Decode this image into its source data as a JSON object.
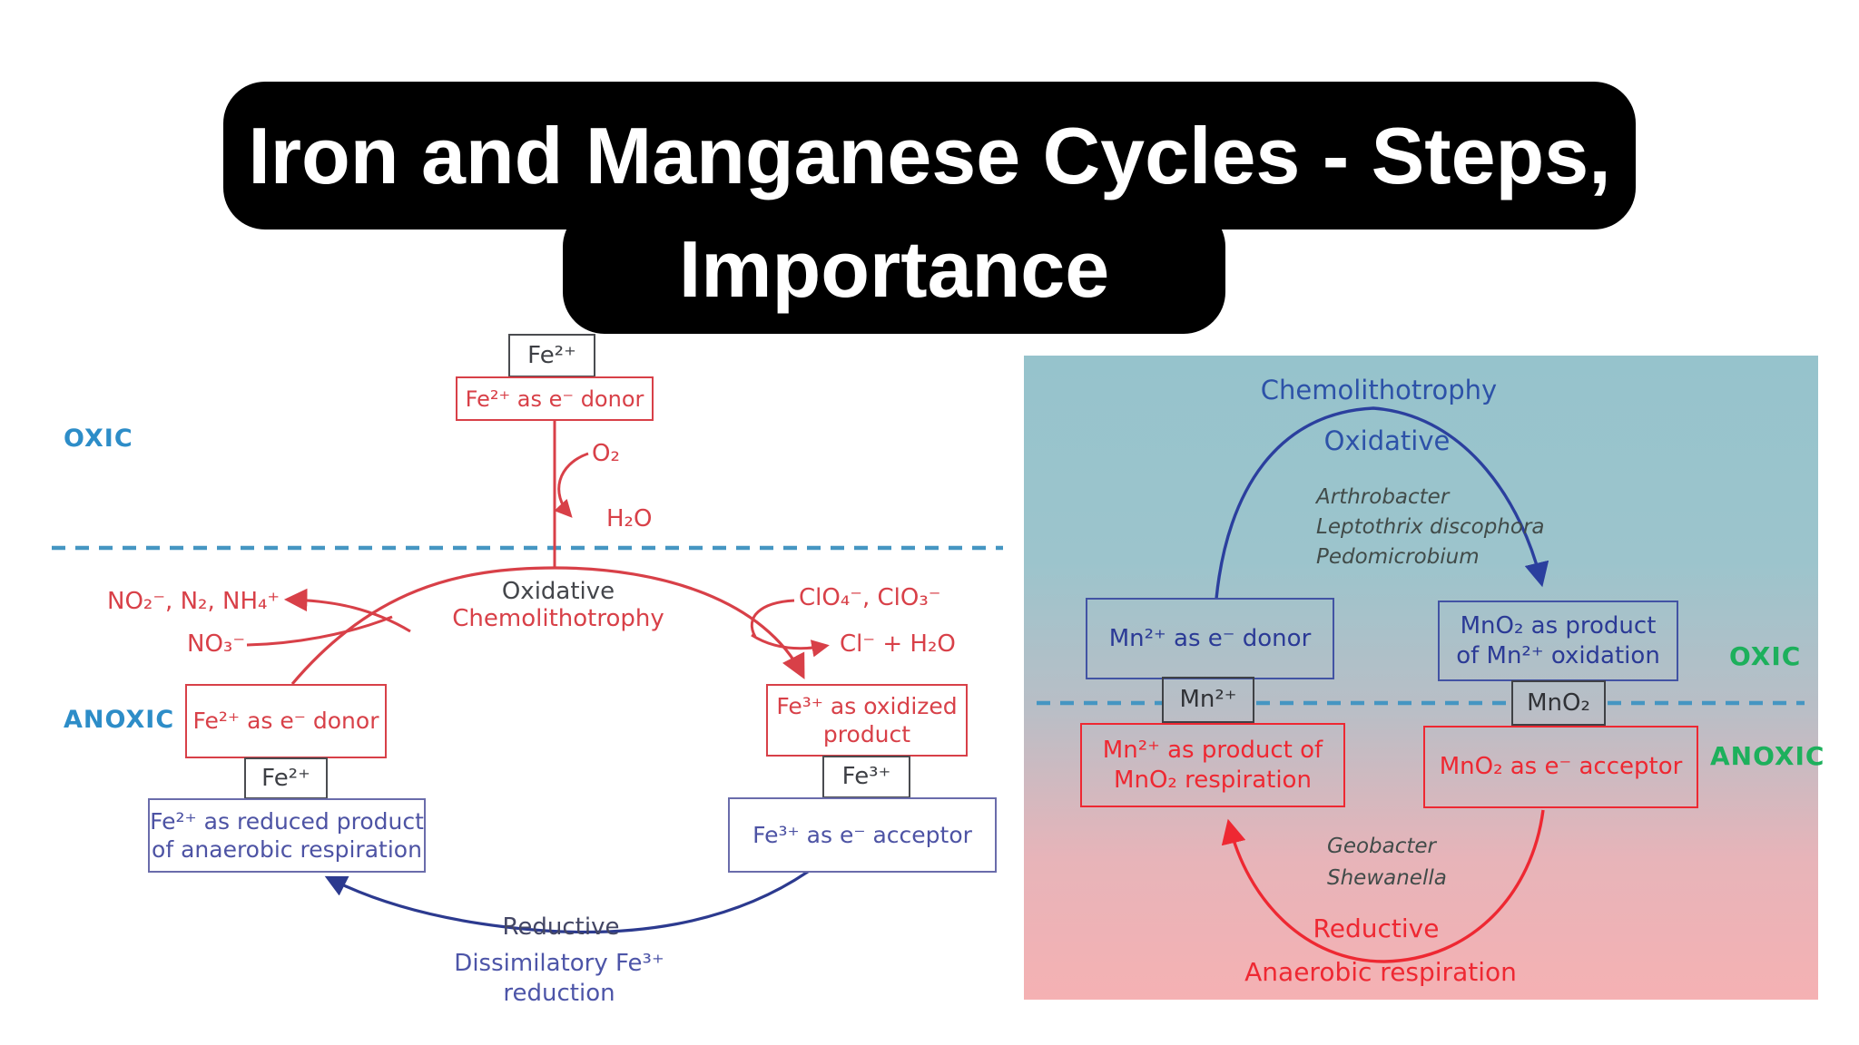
{
  "title": {
    "line1": "Iron and Manganese Cycles - Steps,",
    "line2": "Importance"
  },
  "iron_cycle": {
    "oxic_label": "OXIC",
    "anoxic_label": "ANOXIC",
    "top_species": "Fe²⁺",
    "top_donor": "Fe²⁺ as e⁻ donor",
    "oxygen": "O₂",
    "water": "H₂O",
    "oxidative": "Oxidative",
    "chemolithotrophy": "Chemolithotrophy",
    "denitrification_products": "NO₂⁻, N₂, NH₄⁺",
    "nitrate": "NO₃⁻",
    "perchlorate_reactants": "ClO₄⁻, ClO₃⁻",
    "chloride_products": "Cl⁻ + H₂O",
    "anoxic_donor": "Fe²⁺ as e⁻ donor",
    "ferrous_species": "Fe²⁺",
    "reduced_product_line1": "Fe²⁺ as reduced product",
    "reduced_product_line2": "of anaerobic respiration",
    "oxidized_product_line1": "Fe³⁺ as oxidized",
    "oxidized_product_line2": "product",
    "ferric_species": "Fe³⁺",
    "acceptor": "Fe³⁺ as e⁻ acceptor",
    "reductive": "Reductive",
    "dissimilatory_line1": "Dissimilatory Fe³⁺",
    "dissimilatory_line2": "reduction"
  },
  "manganese_cycle": {
    "chemolithotrophy": "Chemolithotrophy",
    "oxidative": "Oxidative",
    "oxidizing_organisms": [
      "Arthrobacter",
      "Leptothrix discophora",
      "Pedomicrobium"
    ],
    "donor": "Mn²⁺ as e⁻ donor",
    "oxidation_product_line1": "MnO₂ as product",
    "oxidation_product_line2": "of Mn²⁺ oxidation",
    "manganous_species": "Mn²⁺",
    "oxide_species": "MnO₂",
    "respiration_product_line1": "Mn²⁺ as product of",
    "respiration_product_line2": "MnO₂ respiration",
    "acceptor": "MnO₂ as e⁻ acceptor",
    "oxic_label": "OXIC",
    "anoxic_label": "ANOXIC",
    "reducing_organisms": [
      "Geobacter",
      "Shewanella"
    ],
    "reductive": "Reductive",
    "anaerobic_respiration": "Anaerobic respiration"
  },
  "colors": {
    "title_bg": "#000000",
    "title_text": "#ffffff",
    "iron_red": "#d84048",
    "iron_blue_purple": "#4d55a8",
    "reduction_arc_navy": "#2c3a8f",
    "zone_label_blue": "#2d8dc8",
    "divider_dashed_blue": "#4596c2",
    "mn_navy": "#2b3f9e",
    "mn_red": "#ee2832",
    "zone_label_green": "#1db05c",
    "panel_gradient_top": "#96c3cc",
    "panel_gradient_bottom": "#f5b1b3"
  }
}
